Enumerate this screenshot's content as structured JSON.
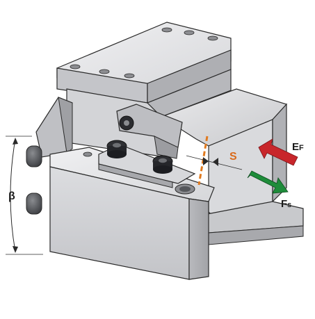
{
  "labels": {
    "angle": "β",
    "gap": "S",
    "force_e_main": "E",
    "force_e_sub": "F",
    "force_f_main": "F",
    "force_f_sub": "s"
  },
  "colors": {
    "gap_marker": "#e07a1f",
    "force_e_arrow": "#c8262b",
    "force_f_arrow": "#1e8c3a",
    "body_light": "#e4e4e6",
    "body_mid": "#cfd0d3",
    "body_dark": "#a9aaae",
    "outline": "#2a2a2a"
  },
  "icons": {
    "bolt": "socket-head-bolt-icon"
  }
}
